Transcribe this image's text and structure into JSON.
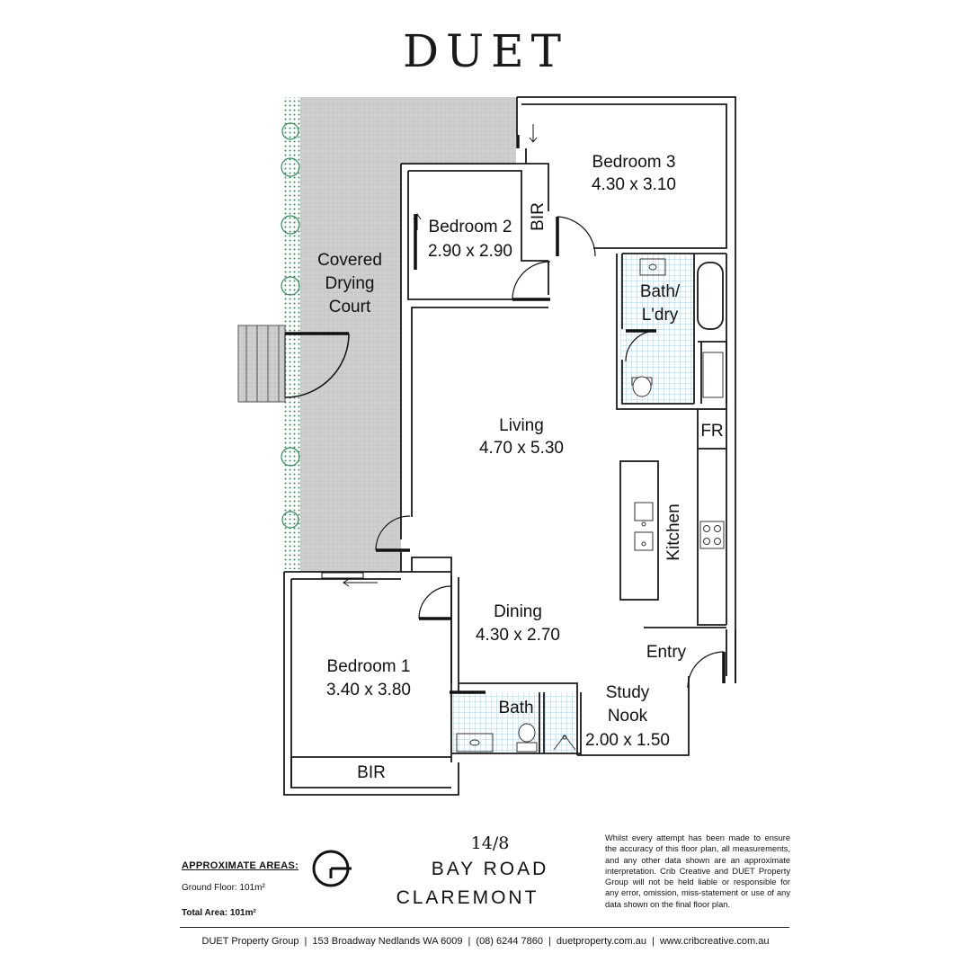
{
  "brand": "DUET",
  "rooms": {
    "bedroom3": {
      "name": "Bedroom 3",
      "size": "4.30 x 3.10"
    },
    "bedroom2": {
      "name": "Bedroom 2",
      "size": "2.90 x 2.90"
    },
    "bir_top": "BIR",
    "drying": {
      "line1": "Covered",
      "line2": "Drying",
      "line3": "Court"
    },
    "bath_ldry": {
      "line1": "Bath/",
      "line2": "L'dry"
    },
    "living": {
      "name": "Living",
      "size": "4.70 x 5.30"
    },
    "fr": "FR",
    "kitchen": "Kitchen",
    "dining": {
      "name": "Dining",
      "size": "4.30 x 2.70"
    },
    "entry": "Entry",
    "bedroom1": {
      "name": "Bedroom 1",
      "size": "3.40 x 3.80"
    },
    "bath": "Bath",
    "study": {
      "line1": "Study",
      "line2": "Nook",
      "size": "2.00 x 1.50"
    },
    "bir_bottom": "BIR"
  },
  "areas": {
    "title": "APPROXIMATE AREAS:",
    "ground": "Ground Floor: 101m²",
    "total": "Total Area: 101m²"
  },
  "address": {
    "unit": "14/8",
    "street": "BAY ROAD",
    "suburb": "CLAREMONT"
  },
  "disclaimer": "Whilst every attempt has been made to ensure the accuracy of this floor plan, all measurements, and any other data shown are an approximate interpretation. Crib Creative and DUET Property Group will not be held liable or responsible for any error, omission, miss-statement or use of any data shown on the final floor plan.",
  "footer": {
    "company": "DUET Property Group",
    "address": "153 Broadway Nedlands WA 6009",
    "phone": "(08) 6244 7860",
    "web1": "duetproperty.com.au",
    "web2": "www.cribcreative.com.au"
  },
  "colors": {
    "wall": "#1a1a1a",
    "court": "#d0d0d0",
    "tile": "#9fd2ee",
    "hedge": "#2e8b57"
  },
  "icons": [
    "compass-north-icon",
    "tree-icon",
    "sink-icon",
    "toilet-icon",
    "bathtub-icon",
    "cooktop-icon",
    "shower-icon"
  ]
}
